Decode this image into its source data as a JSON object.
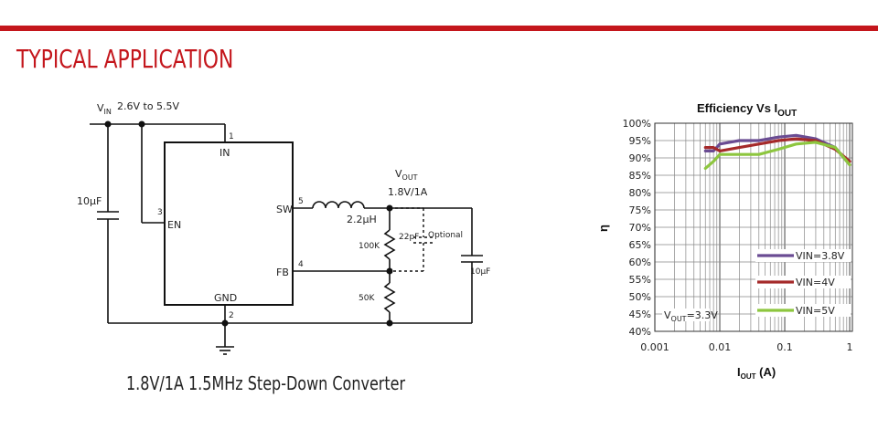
{
  "header": {
    "title": "TYPICAL APPLICATION",
    "bar_color": "#c4161c"
  },
  "schematic": {
    "vin_label": "V",
    "vin_sub": "IN",
    "vin_range": "2.6V to 5.5V",
    "pin_in": "IN",
    "pin_en": "EN",
    "pin_sw": "SW",
    "pin_fb": "FB",
    "pin_gnd": "GND",
    "pin1": "1",
    "pin2": "2",
    "pin3": "3",
    "pin4": "4",
    "pin5": "5",
    "cap_in": "10µF",
    "inductor": "2.2µH",
    "vout_label": "V",
    "vout_sub": "OUT",
    "vout_rating": "1.8V/1A",
    "cap_ff": "22pF",
    "optional": "Optional",
    "r_top": "100K",
    "r_bottom": "50K",
    "cap_out": "10µF",
    "caption": "1.8V/1A 1.5MHz Step-Down Converter"
  },
  "chart_data": {
    "type": "line",
    "title": "Efficiency Vs I",
    "title_sub": "OUT",
    "xlabel": "I",
    "xlabel_sub": "OUT",
    "xlabel_unit": " (A)",
    "ylabel": "η",
    "xscale": "log",
    "xlim": [
      0.001,
      1.1
    ],
    "ylim": [
      40,
      100
    ],
    "xticks": [
      0.001,
      0.01,
      0.1,
      1
    ],
    "xtick_labels": [
      "0.001",
      "0.01",
      "0.1",
      "1"
    ],
    "yticks": [
      40,
      45,
      50,
      55,
      60,
      65,
      70,
      75,
      80,
      85,
      90,
      95,
      100
    ],
    "ytick_labels": [
      "40%",
      "45%",
      "50%",
      "55%",
      "60%",
      "65%",
      "70%",
      "75%",
      "80%",
      "85%",
      "90%",
      "95%",
      "100%"
    ],
    "grid": true,
    "legend_position": "right-bottom",
    "annotation": {
      "text": "=3.3V",
      "prefix": "V",
      "sub": "OUT"
    },
    "series": [
      {
        "name": "VIN=3.8V",
        "color": "#6a4c93",
        "x": [
          0.006,
          0.008,
          0.01,
          0.02,
          0.04,
          0.08,
          0.15,
          0.3,
          0.6,
          1.0
        ],
        "y": [
          92,
          92,
          94,
          95,
          95,
          96,
          96.5,
          95.5,
          93,
          88
        ]
      },
      {
        "name": "VIN=4V",
        "color": "#a52a2a",
        "x": [
          0.006,
          0.008,
          0.01,
          0.02,
          0.04,
          0.08,
          0.15,
          0.3,
          0.6,
          1.0
        ],
        "y": [
          93,
          93,
          92,
          93,
          94,
          95,
          95.5,
          95,
          92.5,
          89
        ]
      },
      {
        "name": "VIN=5V",
        "color": "#8dc63f",
        "x": [
          0.006,
          0.008,
          0.01,
          0.02,
          0.04,
          0.08,
          0.15,
          0.3,
          0.6,
          1.0
        ],
        "y": [
          87,
          89,
          91,
          91,
          91,
          92.5,
          94,
          94.5,
          93,
          88
        ]
      }
    ]
  }
}
